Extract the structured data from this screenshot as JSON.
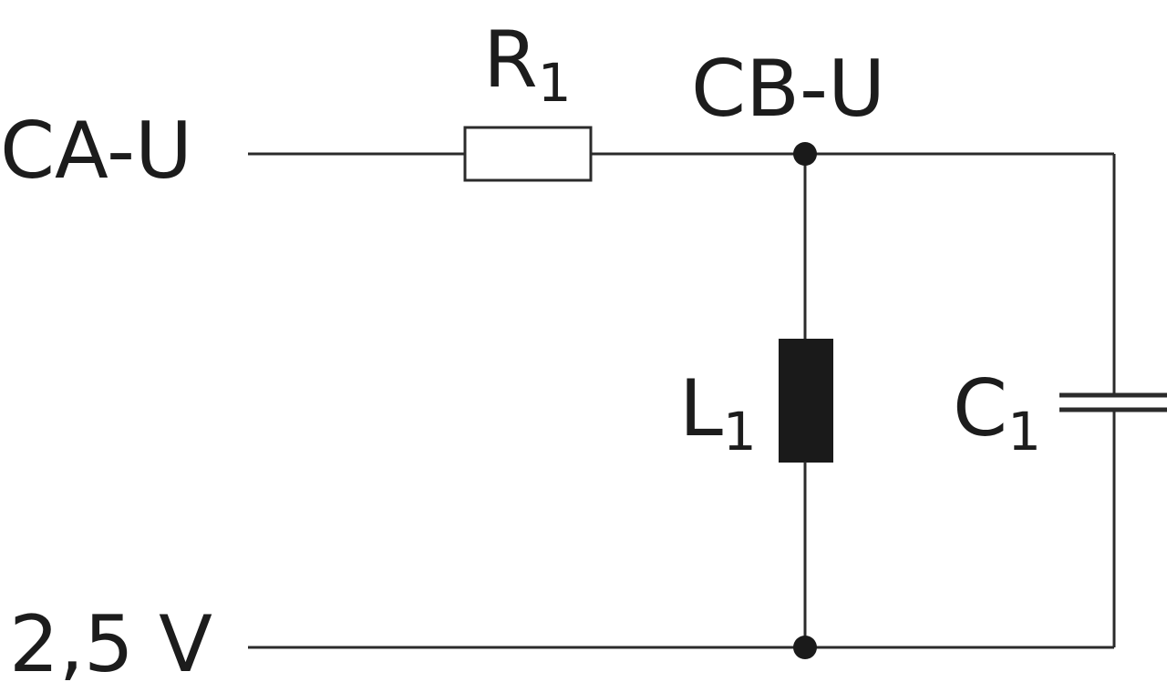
{
  "schematic": {
    "terminals": {
      "input": "CA-U",
      "node": "CB-U",
      "reference": "2,5 V"
    },
    "components": {
      "resistor": {
        "letter": "R",
        "index": "1"
      },
      "inductor": {
        "letter": "L",
        "index": "1"
      },
      "capacitor": {
        "letter": "C",
        "index": "1"
      }
    },
    "colors": {
      "wire": "#2b2b2b",
      "inductor_fill": "#1a1a1a",
      "text": "#1c1c1c"
    }
  }
}
